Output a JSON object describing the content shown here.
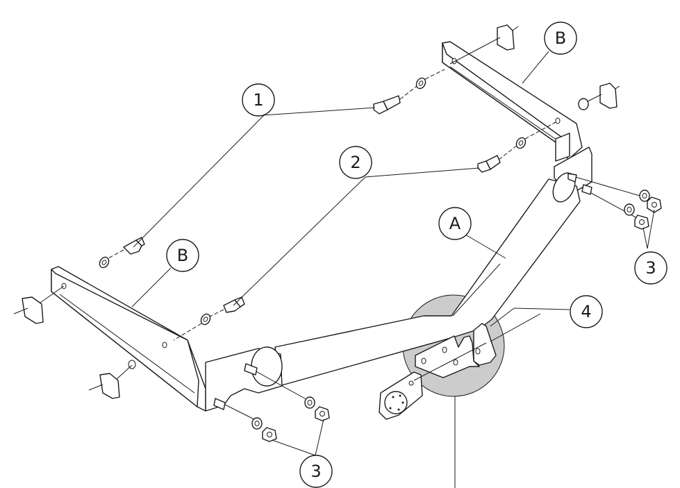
{
  "colors": {
    "line": "#1a1a1a",
    "highlight": "#cccccc",
    "background": "#ffffff"
  },
  "callouts": {
    "bolt_long": "1",
    "bolt_short": "2",
    "nut_set_right": "3",
    "nut_set_left": "3",
    "socket_plate": "4",
    "crossbar": "A",
    "bracket_right": "B",
    "bracket_left": "B"
  }
}
